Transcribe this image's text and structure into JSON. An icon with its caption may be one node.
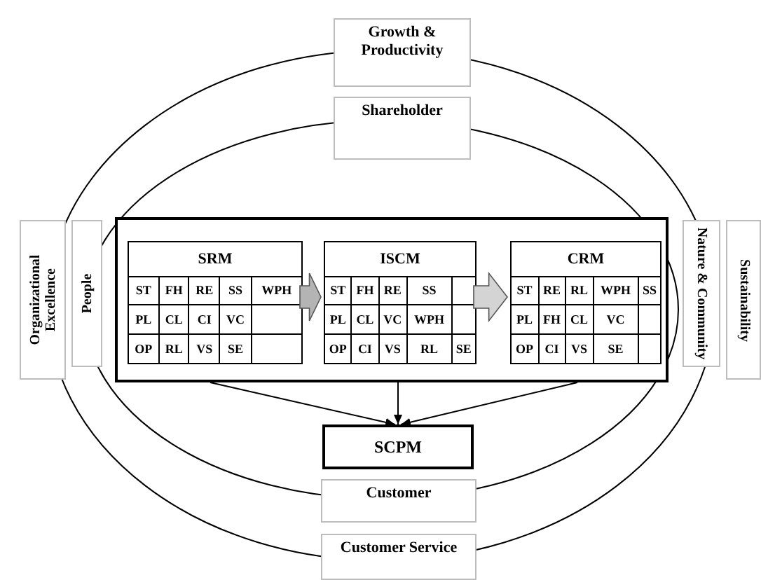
{
  "diagram": {
    "nodes": [
      {
        "text": [
          "Growth & Productivity"
        ]
      },
      {
        "text": [
          "Shareholder"
        ]
      },
      {
        "text": [
          "Organizational Excellence"
        ]
      },
      {
        "text": [
          "People"
        ]
      },
      {
        "text": [],
        "shape": "box"
      },
      {
        "text": [
          "SRM"
        ],
        "in": 4
      },
      {
        "text": [
          "ISCM"
        ],
        "in": 4
      },
      {
        "text": [
          "CRM"
        ],
        "in": 4
      },
      {
        "text": [
          "Nature & Community"
        ]
      },
      {
        "text": [
          "Sustainability"
        ]
      },
      {
        "text": [
          "SCPM"
        ]
      },
      {
        "text": [
          "Customer"
        ]
      },
      {
        "text": [
          "Customer Service"
        ]
      }
    ],
    "edges": [
      {
        "from": 5,
        "to": 6,
        "arrow": "to",
        "style": "thick",
        "color": "#b4b4b4"
      },
      {
        "from": 6,
        "to": 7,
        "arrow": "to",
        "style": "thick",
        "color": "#d4d4d4"
      },
      {
        "from": 4,
        "to": 10,
        "arrow": "to"
      },
      {
        "from": 4,
        "to": 10,
        "arrow": "to"
      },
      {
        "from": 4,
        "to": 10,
        "arrow": "to"
      }
    ],
    "labels": [
      "ST",
      "FH",
      "RE",
      "SS",
      "WPH",
      "PL",
      "CL",
      "CI",
      "VC",
      "OP",
      "RL",
      "VS",
      "SE",
      "ST",
      "FH",
      "RE",
      "SS",
      "PL",
      "CL",
      "VC",
      "WPH",
      "OP",
      "CI",
      "VS",
      "RL",
      "SE",
      "ST",
      "RE",
      "RL",
      "WPH",
      "SS",
      "PL",
      "FH",
      "CL",
      "VC",
      "OP",
      "CI",
      "VS",
      "SE"
    ]
  }
}
